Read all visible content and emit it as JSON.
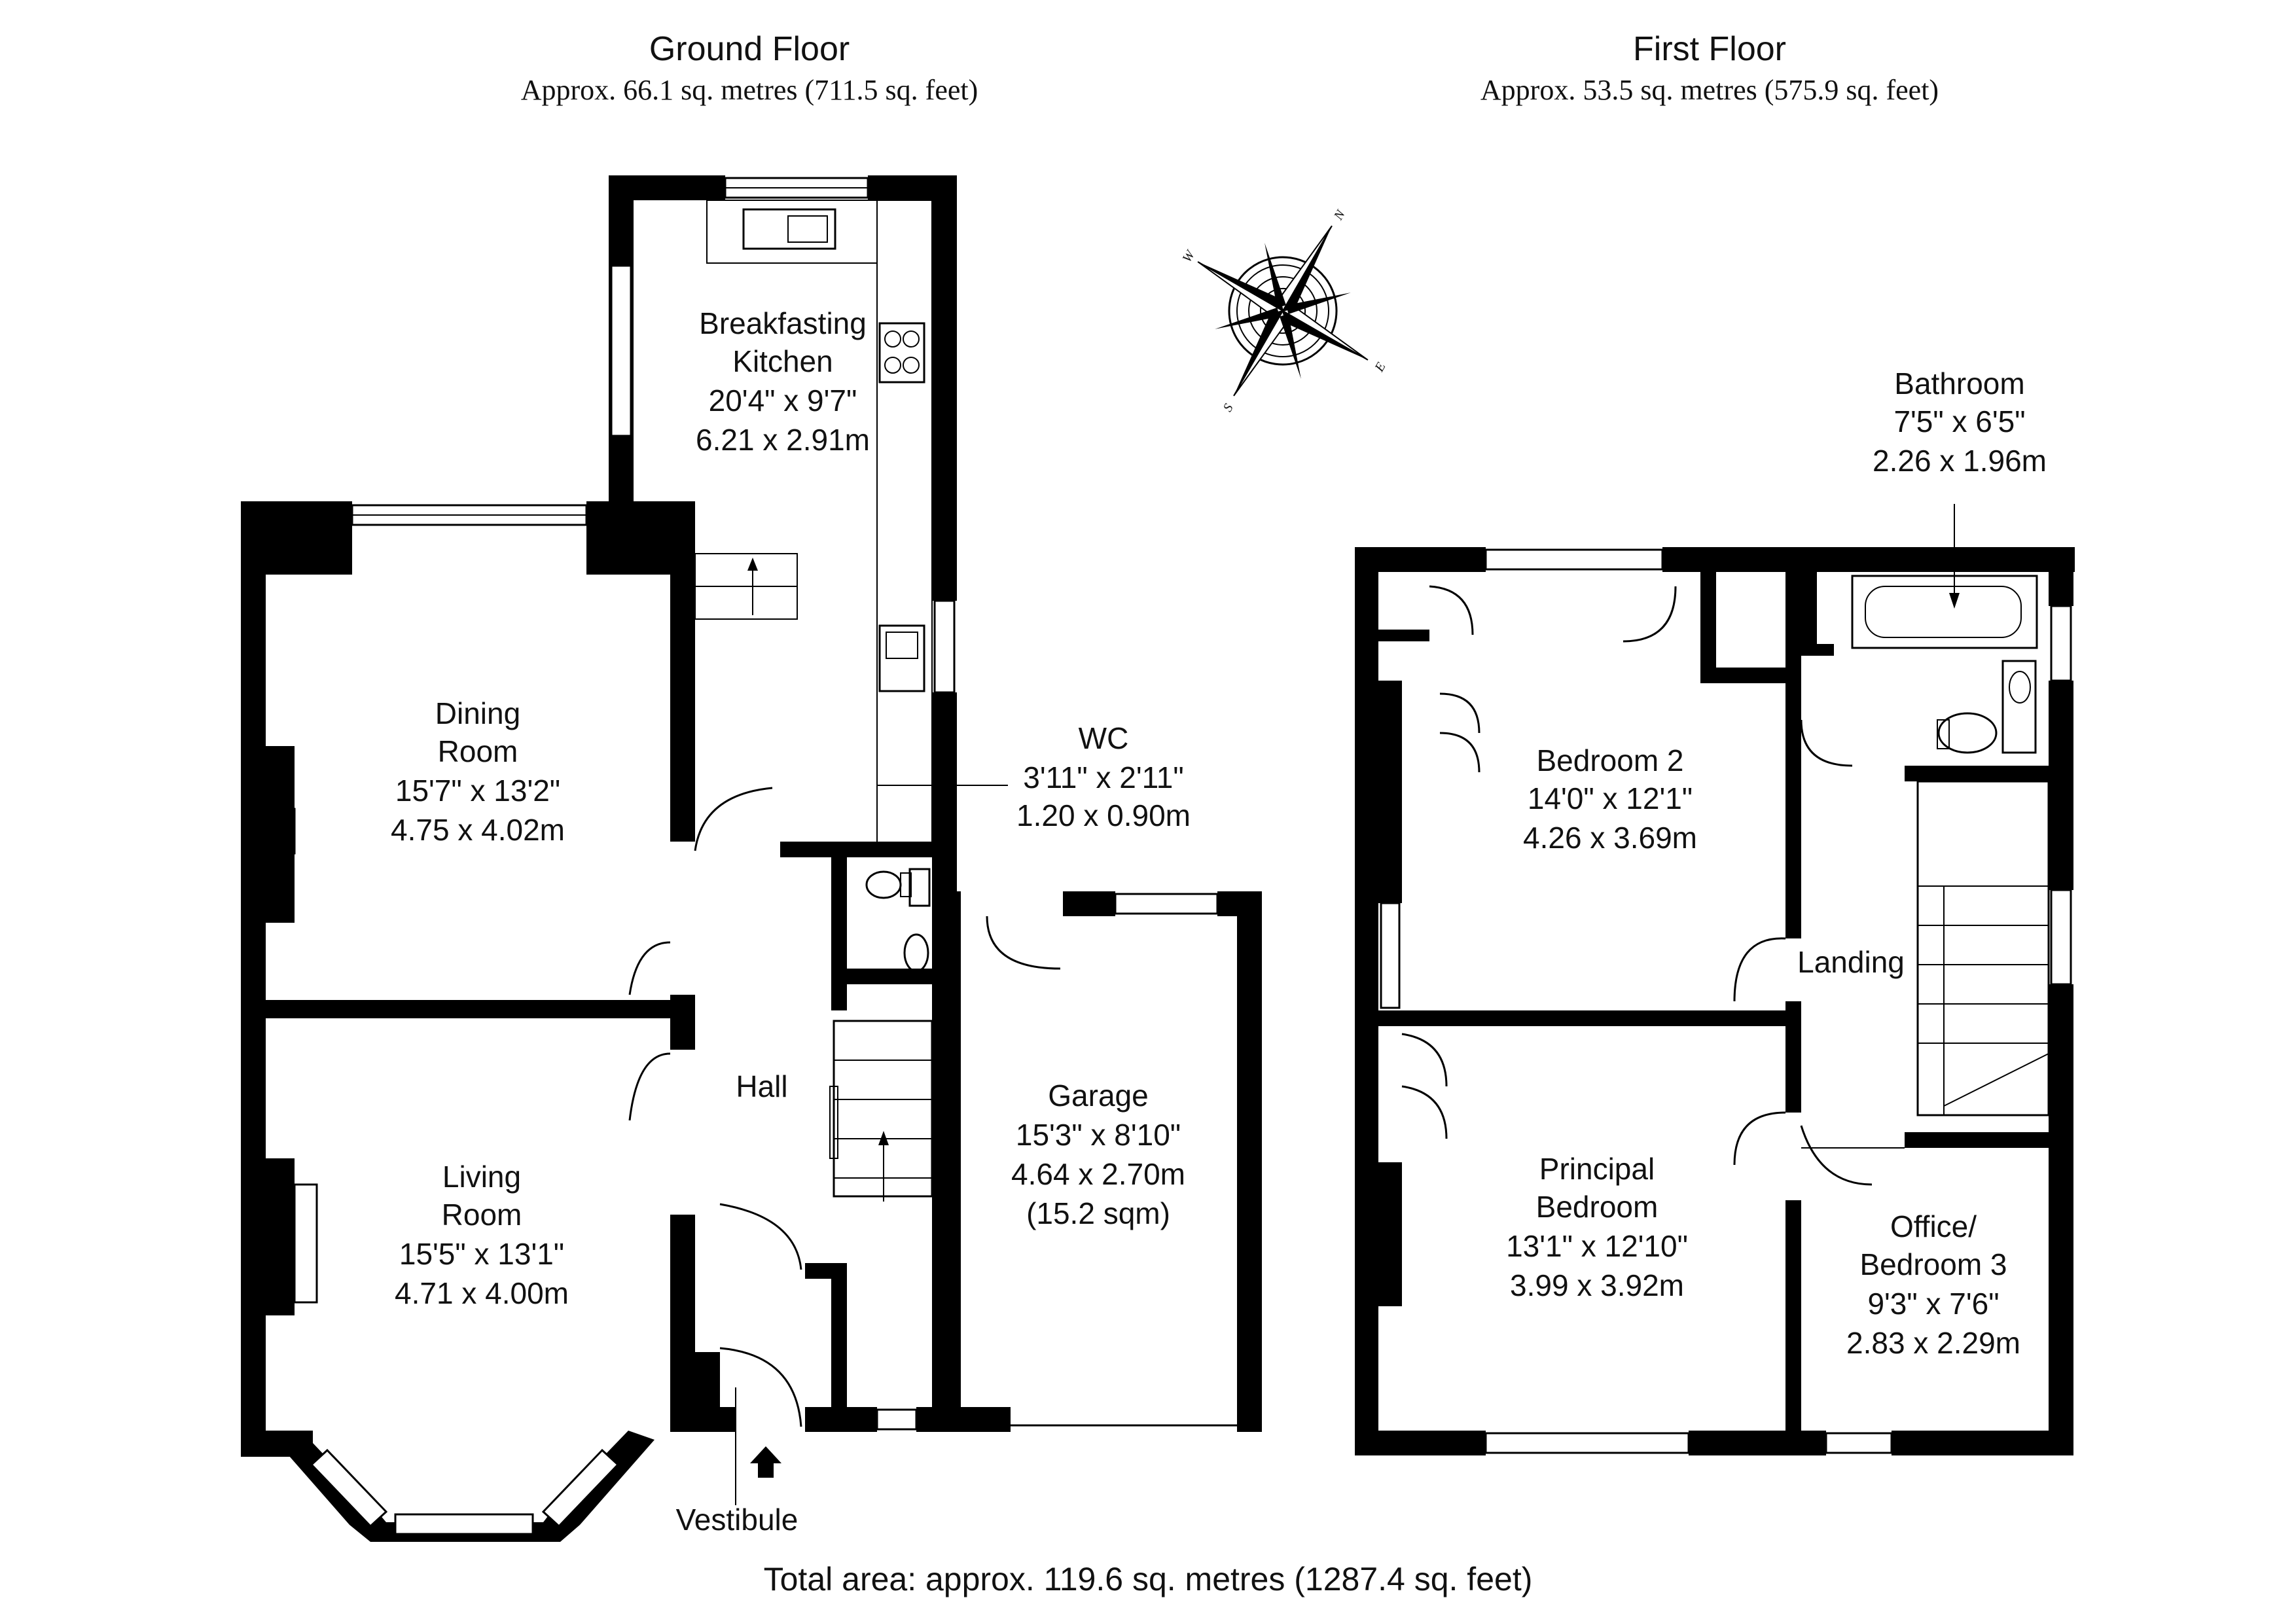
{
  "ground_floor": {
    "title": "Ground Floor",
    "area": "Approx. 66.1 sq. metres (711.5 sq. feet)",
    "rooms": {
      "kitchen": {
        "name1": "Breakfasting",
        "name2": "Kitchen",
        "imperial": "20'4\" x 9'7\"",
        "metric": "6.21 x 2.91m"
      },
      "dining": {
        "name1": "Dining",
        "name2": "Room",
        "imperial": "15'7\" x 13'2\"",
        "metric": "4.75 x 4.02m"
      },
      "wc": {
        "name": "WC",
        "imperial": "3'11\" x 2'11\"",
        "metric": "1.20 x 0.90m"
      },
      "living": {
        "name1": "Living",
        "name2": "Room",
        "imperial": "15'5\" x 13'1\"",
        "metric": "4.71 x 4.00m"
      },
      "hall": {
        "name": "Hall"
      },
      "garage": {
        "name": "Garage",
        "imperial": "15'3\" x 8'10\"",
        "metric": "4.64 x 2.70m",
        "sqm": "(15.2 sqm)"
      },
      "vestibule": {
        "name": "Vestibule"
      }
    }
  },
  "first_floor": {
    "title": "First Floor",
    "area": "Approx. 53.5 sq. metres (575.9 sq. feet)",
    "rooms": {
      "bathroom": {
        "name": "Bathroom",
        "imperial": "7'5\" x 6'5\"",
        "metric": "2.26 x 1.96m"
      },
      "bedroom2": {
        "name": "Bedroom 2",
        "imperial": "14'0\" x 12'1\"",
        "metric": "4.26 x 3.69m"
      },
      "landing": {
        "name": "Landing"
      },
      "principal": {
        "name1": "Principal",
        "name2": "Bedroom",
        "imperial": "13'1\" x 12'10\"",
        "metric": "3.99 x 3.92m"
      },
      "office": {
        "name1": "Office/",
        "name2": "Bedroom 3",
        "imperial": "9'3\" x 7'6\"",
        "metric": "2.83 x 2.29m"
      }
    }
  },
  "compass": {
    "letters": [
      "W",
      "N",
      "E",
      "S"
    ]
  },
  "total_area": "Total area: approx. 119.6 sq. metres (1287.4 sq. feet)"
}
